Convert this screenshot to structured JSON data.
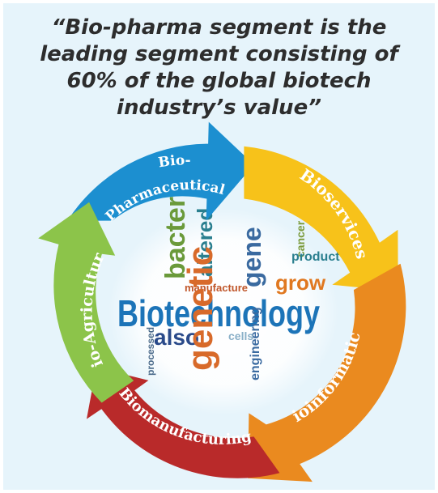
{
  "quote": {
    "lines": [
      "“Bio-pharma segment is the",
      "leading segment consisting of",
      "60% of the global biotech",
      "industry’s value”"
    ]
  },
  "cycle": {
    "center_title": "Biotechnology",
    "word_cloud": [
      "bacteria",
      "altered",
      "gene",
      "grow",
      "manufacture",
      "also",
      "genetic",
      "engineering",
      "cells",
      "processed",
      "cancer",
      "product"
    ],
    "segments": [
      {
        "label_line1": "Bio-",
        "label_line2": "Pharmaceuticals",
        "color": "#1c8fd0"
      },
      {
        "label": "Bioservices",
        "color": "#f7c21a"
      },
      {
        "label": "Bioinformatics",
        "color": "#ea8a1f"
      },
      {
        "label": "Biomanufacturing",
        "color": "#b92a2a"
      },
      {
        "label": "Bio-Agriculture",
        "color": "#8cc44a"
      }
    ]
  }
}
